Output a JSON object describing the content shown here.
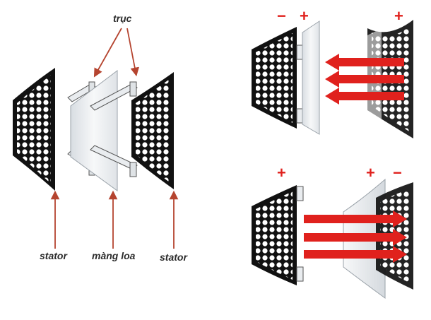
{
  "labels": {
    "shaft": "trục",
    "stator_left": "stator",
    "membrane": "màng loa",
    "stator_right": "stator"
  },
  "signs": {
    "top_minus": "−",
    "top_plus_mid": "+",
    "top_plus_right": "+",
    "bottom_plus_left": "+",
    "bottom_plus_mid": "+",
    "bottom_minus_right": "−"
  },
  "colors": {
    "arrow": "#e0211d",
    "callout": "#b5442f",
    "stator": "#111111",
    "membrane": "#e6e9ec",
    "text": "#2a2a2a"
  }
}
